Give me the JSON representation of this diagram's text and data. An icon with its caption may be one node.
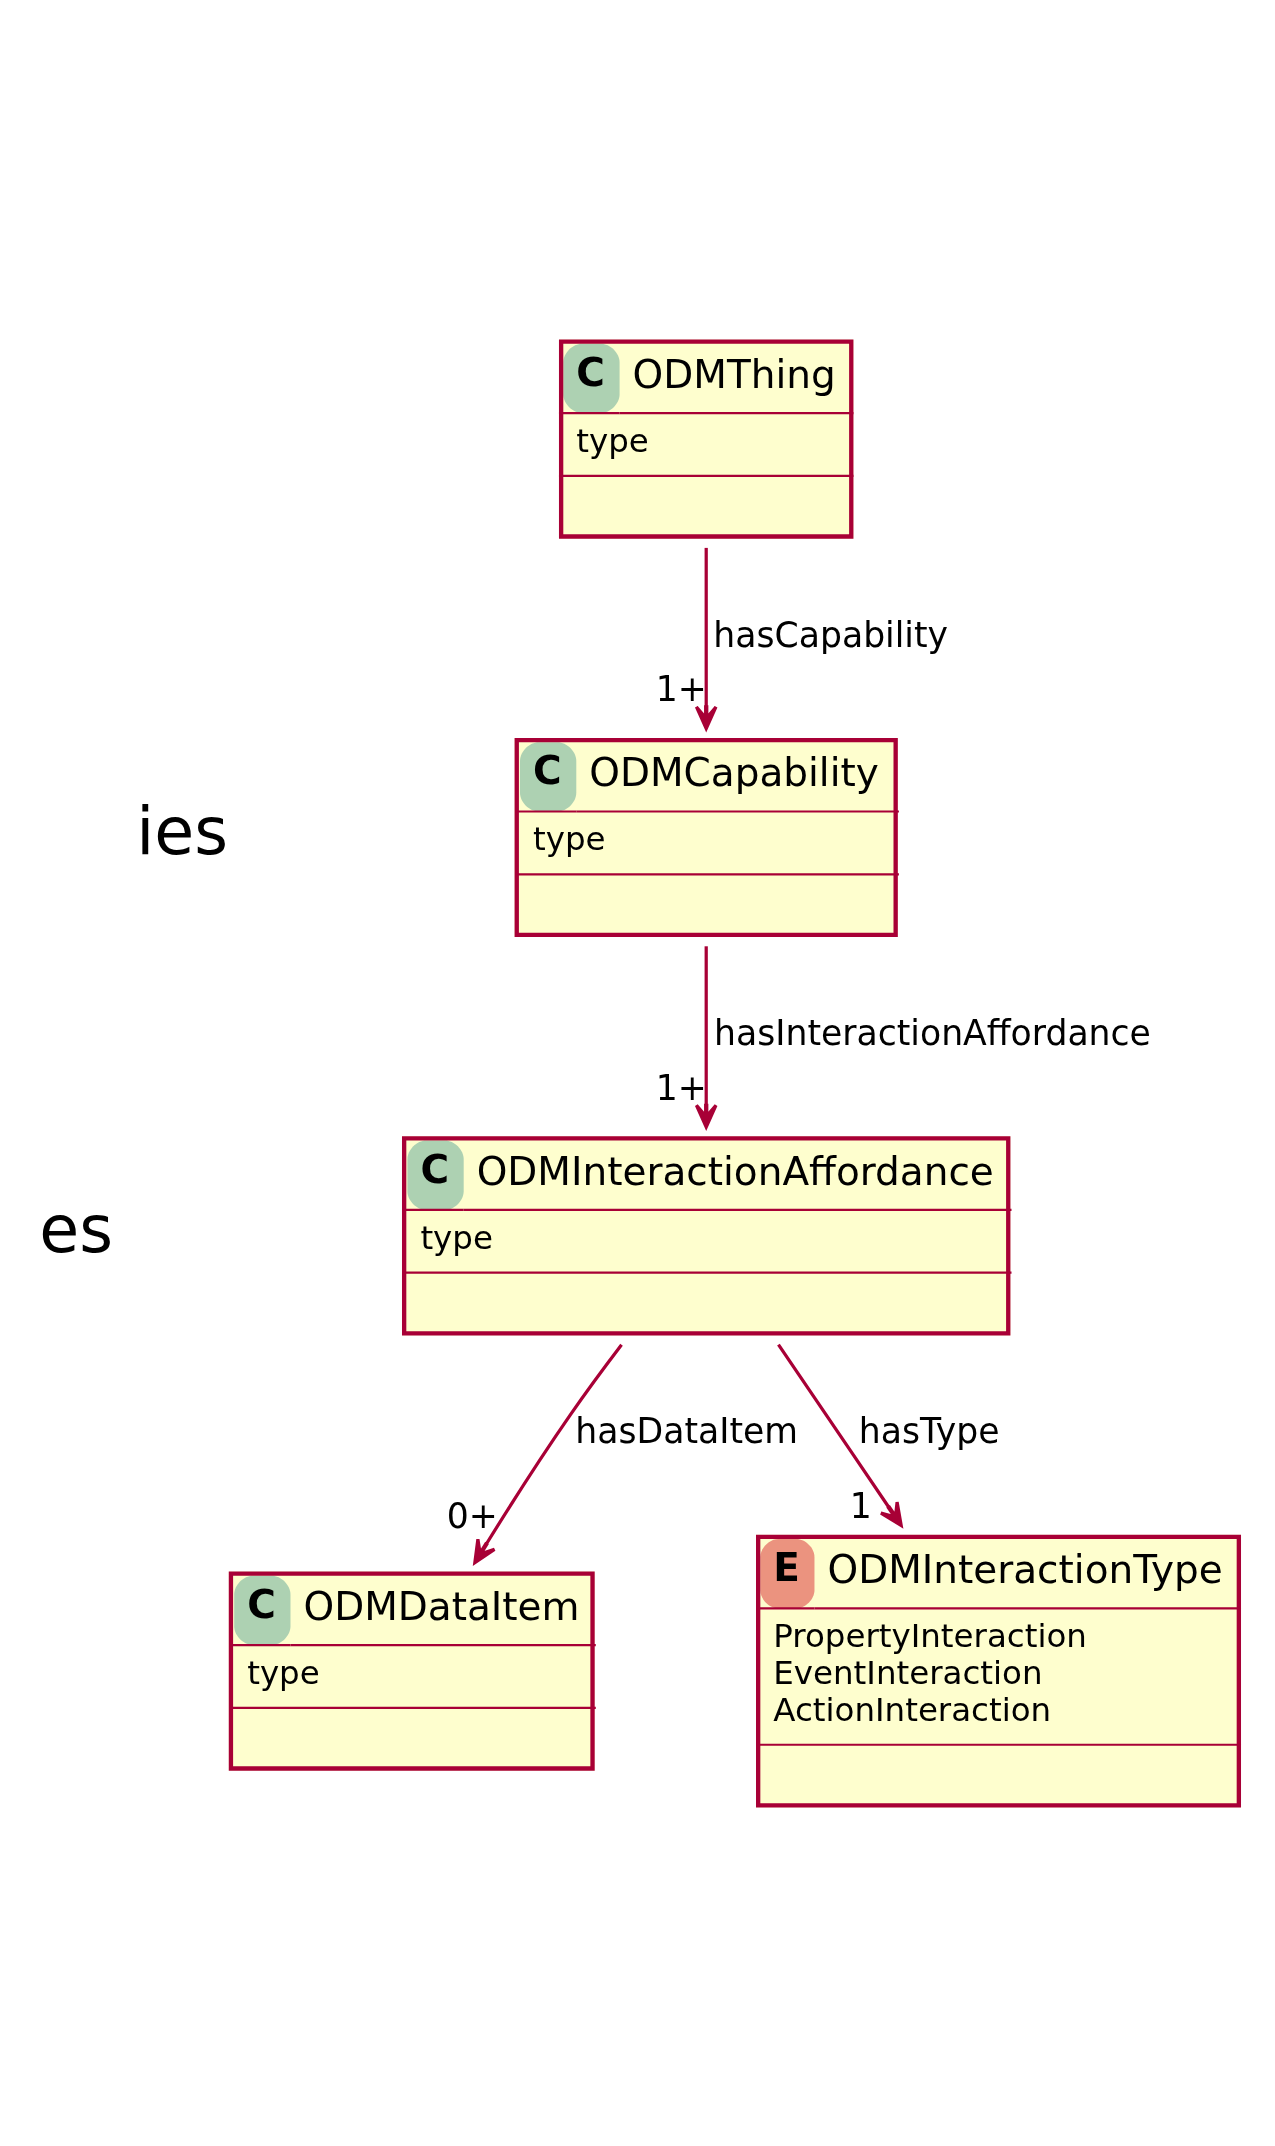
{
  "diagram": {
    "nodes": [
      {
        "text": [
          "C",
          "ODMThing",
          "type"
        ]
      },
      {
        "text": [
          "C",
          "ODMCapability",
          "type"
        ]
      },
      {
        "text": [
          "C",
          "ODMInteractionAffordance",
          "type"
        ]
      },
      {
        "text": [
          "C",
          "ODMDataItem",
          "type"
        ]
      },
      {
        "text": [
          "E",
          "ODMInteractionType",
          "PropertyInteraction",
          "EventInteraction",
          "ActionInteraction"
        ]
      }
    ],
    "edges": [
      {
        "from": 0,
        "to": 1,
        "arrow": "to",
        "label": "hasCapability"
      },
      {
        "from": 1,
        "to": 2,
        "arrow": "to",
        "label": "hasInteractionAffordance"
      },
      {
        "from": 2,
        "to": 3,
        "arrow": "to",
        "label": "hasDataItem"
      },
      {
        "from": 2,
        "to": 4,
        "arrow": "to",
        "label": "hasType"
      }
    ],
    "labels": [
      "1+",
      "ies",
      "1+",
      "es",
      "1",
      "0+"
    ]
  }
}
